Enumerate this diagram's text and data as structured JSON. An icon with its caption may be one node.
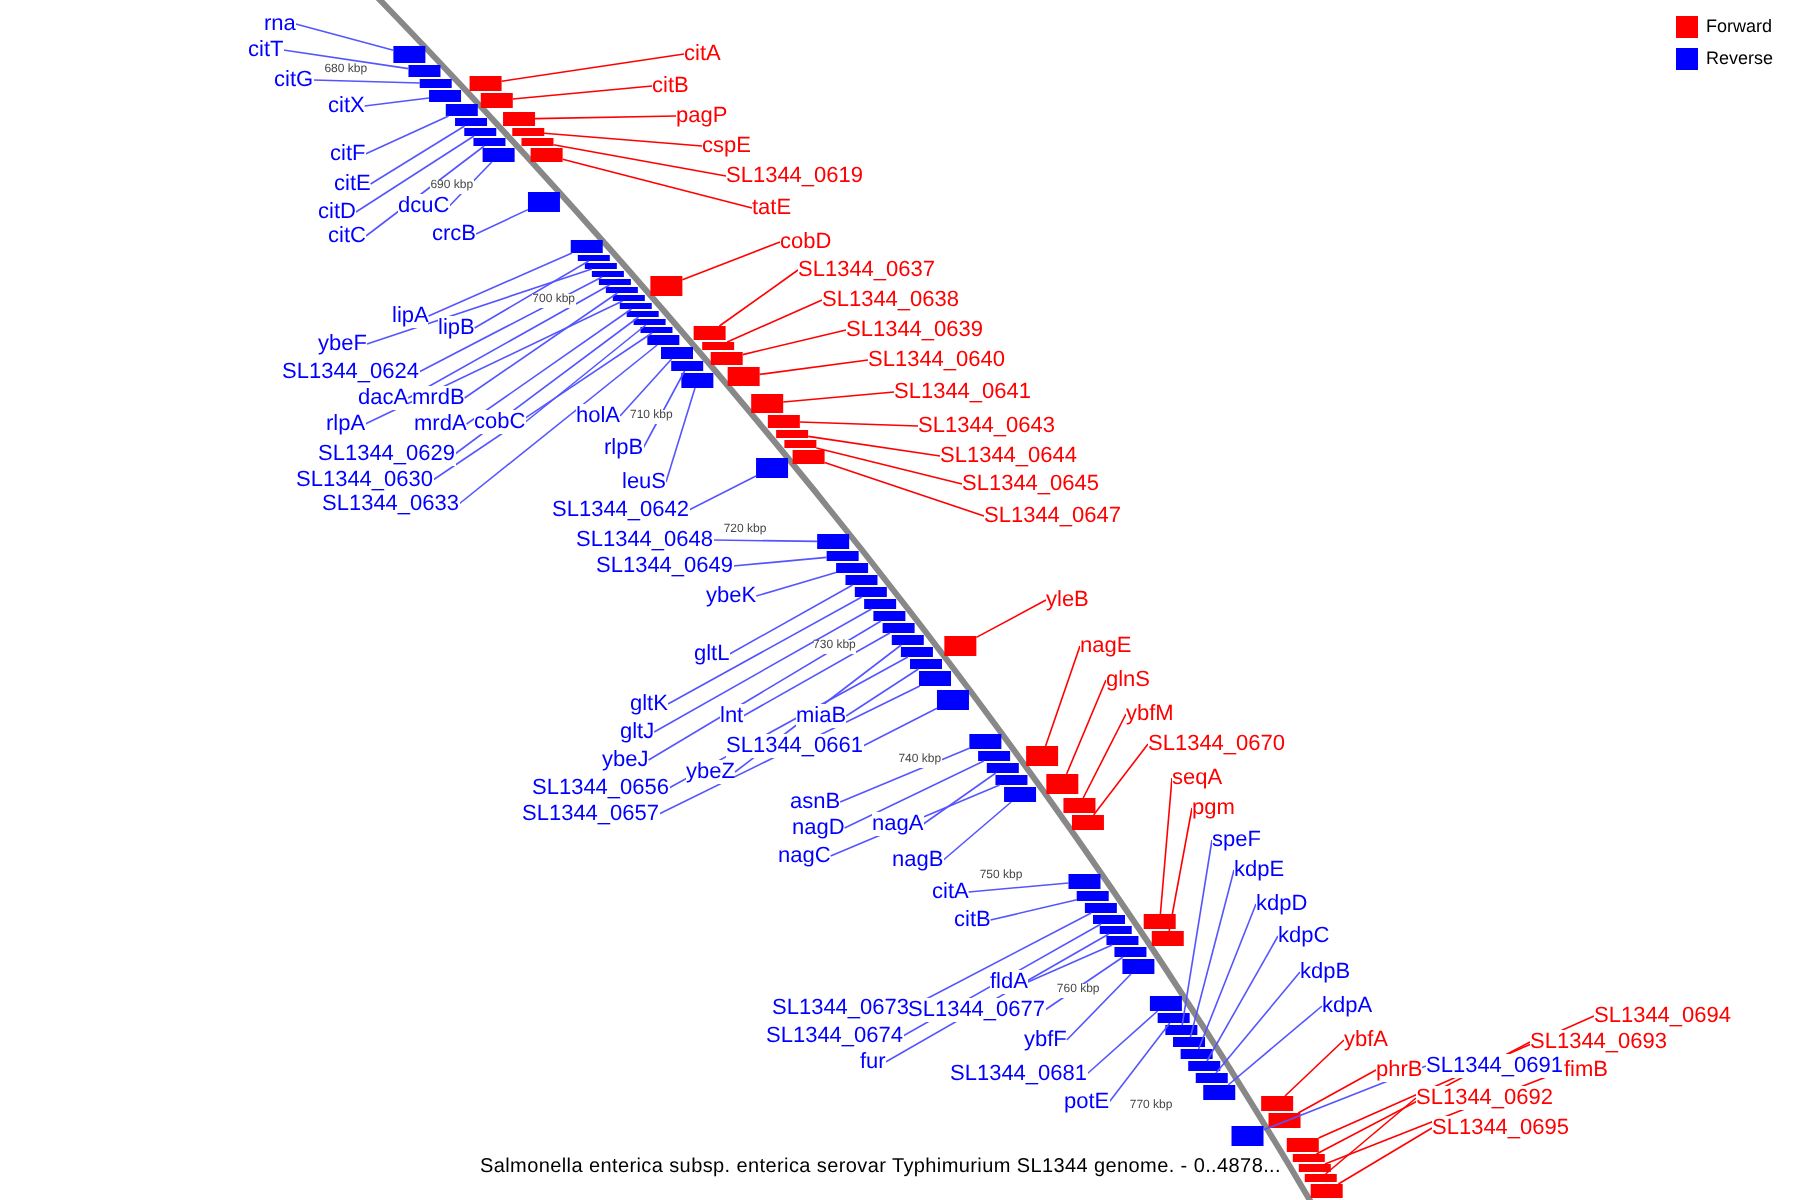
{
  "diagram": {
    "caption": "Salmonella enterica subsp. enterica serovar Typhimurium SL1344 genome. - 0..4878...",
    "nodes": [
      {
        "text": [
          "rna"
        ]
      },
      {
        "text": [
          "citT"
        ]
      },
      {
        "text": [
          "citG"
        ]
      },
      {
        "text": [
          "citX"
        ]
      },
      {
        "text": [
          "citF"
        ]
      },
      {
        "text": [
          "citE"
        ]
      },
      {
        "text": [
          "citD"
        ]
      },
      {
        "text": [
          "citC"
        ]
      },
      {
        "text": [
          "dcuC"
        ]
      },
      {
        "text": [
          "crcB"
        ]
      },
      {
        "text": [
          "lipA"
        ]
      },
      {
        "text": [
          "lipB"
        ]
      },
      {
        "text": [
          "ybeF"
        ]
      },
      {
        "text": [
          "SL1344_0624"
        ]
      },
      {
        "text": [
          "dacA"
        ]
      },
      {
        "text": [
          "mrdB"
        ]
      },
      {
        "text": [
          "rlpA"
        ]
      },
      {
        "text": [
          "mrdA"
        ]
      },
      {
        "text": [
          "cobC"
        ]
      },
      {
        "text": [
          "SL1344_0629"
        ]
      },
      {
        "text": [
          "SL1344_0630"
        ]
      },
      {
        "text": [
          "SL1344_0633"
        ]
      },
      {
        "text": [
          "holA"
        ]
      },
      {
        "text": [
          "rlpB"
        ]
      },
      {
        "text": [
          "leuS"
        ]
      },
      {
        "text": [
          "SL1344_0642"
        ]
      },
      {
        "text": [
          "SL1344_0648"
        ]
      },
      {
        "text": [
          "SL1344_0649"
        ]
      },
      {
        "text": [
          "ybeK"
        ]
      },
      {
        "text": [
          "gltL"
        ]
      },
      {
        "text": [
          "gltK"
        ]
      },
      {
        "text": [
          "gltJ"
        ]
      },
      {
        "text": [
          "lnt"
        ]
      },
      {
        "text": [
          "ybeJ"
        ]
      },
      {
        "text": [
          "miaB"
        ]
      },
      {
        "text": [
          "SL1344_0661"
        ]
      },
      {
        "text": [
          "ybeZ"
        ]
      },
      {
        "text": [
          "SL1344_0656"
        ]
      },
      {
        "text": [
          "SL1344_0657"
        ]
      },
      {
        "text": [
          "asnB"
        ]
      },
      {
        "text": [
          "nagD"
        ]
      },
      {
        "text": [
          "nagA"
        ]
      },
      {
        "text": [
          "nagC"
        ]
      },
      {
        "text": [
          "nagB"
        ]
      },
      {
        "text": [
          "citA"
        ]
      },
      {
        "text": [
          "citB"
        ]
      },
      {
        "text": [
          "fldA"
        ]
      },
      {
        "text": [
          "SL1344_0673"
        ]
      },
      {
        "text": [
          "SL1344_0677"
        ]
      },
      {
        "text": [
          "SL1344_0674"
        ]
      },
      {
        "text": [
          "fur"
        ]
      },
      {
        "text": [
          "ybfF"
        ]
      },
      {
        "text": [
          "SL1344_0681"
        ]
      },
      {
        "text": [
          "potE"
        ]
      },
      {
        "text": [
          "citA"
        ]
      },
      {
        "text": [
          "citB"
        ]
      },
      {
        "text": [
          "pagP"
        ]
      },
      {
        "text": [
          "cspE"
        ]
      },
      {
        "text": [
          "SL1344_0619"
        ]
      },
      {
        "text": [
          "tatE"
        ]
      },
      {
        "text": [
          "cobD"
        ]
      },
      {
        "text": [
          "SL1344_0637"
        ]
      },
      {
        "text": [
          "SL1344_0638"
        ]
      },
      {
        "text": [
          "SL1344_0639"
        ]
      },
      {
        "text": [
          "SL1344_0640"
        ]
      },
      {
        "text": [
          "SL1344_0641"
        ]
      },
      {
        "text": [
          "SL1344_0643"
        ]
      },
      {
        "text": [
          "SL1344_0644"
        ]
      },
      {
        "text": [
          "SL1344_0645"
        ]
      },
      {
        "text": [
          "SL1344_0647"
        ]
      },
      {
        "text": [
          "yleB"
        ]
      },
      {
        "text": [
          "nagE"
        ]
      },
      {
        "text": [
          "glnS"
        ]
      },
      {
        "text": [
          "ybfM"
        ]
      },
      {
        "text": [
          "SL1344_0670"
        ]
      },
      {
        "text": [
          "seqA"
        ]
      },
      {
        "text": [
          "pgm"
        ]
      },
      {
        "text": [
          "speF"
        ]
      },
      {
        "text": [
          "kdpE"
        ]
      },
      {
        "text": [
          "kdpD"
        ]
      },
      {
        "text": [
          "kdpC"
        ]
      },
      {
        "text": [
          "kdpB"
        ]
      },
      {
        "text": [
          "kdpA"
        ]
      },
      {
        "text": [
          "ybfA"
        ]
      },
      {
        "text": [
          "phrB"
        ]
      },
      {
        "text": [
          "SL1344_0691"
        ]
      },
      {
        "text": [
          "SL1344_0694"
        ]
      },
      {
        "text": [
          "SL1344_0693"
        ]
      },
      {
        "text": [
          "fimB"
        ]
      },
      {
        "text": [
          "SL1344_0692"
        ]
      },
      {
        "text": [
          "SL1344_0695"
        ]
      },
      {
        "text": [],
        "shape": "box"
      },
      {
        "text": [],
        "shape": "box"
      },
      {
        "text": [],
        "shape": "box"
      },
      {
        "text": [],
        "shape": "box"
      },
      {
        "text": [],
        "shape": "box"
      },
      {
        "text": [],
        "shape": "box"
      },
      {
        "text": [],
        "shape": "box"
      },
      {
        "text": [],
        "shape": "box"
      },
      {
        "text": [],
        "shape": "box"
      },
      {
        "text": [],
        "shape": "box"
      },
      {
        "text": [],
        "shape": "box"
      },
      {
        "text": [],
        "shape": "box"
      },
      {
        "text": [],
        "shape": "box"
      },
      {
        "text": [],
        "shape": "box"
      },
      {
        "text": [],
        "shape": "box"
      },
      {
        "text": [],
        "shape": "box"
      },
      {
        "text": [],
        "shape": "box"
      },
      {
        "text": [],
        "shape": "box"
      },
      {
        "text": [],
        "shape": "box"
      },
      {
        "text": [],
        "shape": "box"
      },
      {
        "text": [],
        "shape": "box"
      },
      {
        "text": [],
        "shape": "box"
      },
      {
        "text": [],
        "shape": "box"
      },
      {
        "text": [],
        "shape": "box"
      },
      {
        "text": [],
        "shape": "box"
      },
      {
        "text": [],
        "shape": "box"
      },
      {
        "text": [],
        "shape": "box"
      },
      {
        "text": [],
        "shape": "box"
      },
      {
        "text": [],
        "shape": "box"
      },
      {
        "text": [],
        "shape": "box"
      },
      {
        "text": [],
        "shape": "box"
      },
      {
        "text": [],
        "shape": "box"
      },
      {
        "text": [],
        "shape": "box"
      },
      {
        "text": [],
        "shape": "box"
      },
      {
        "text": [],
        "shape": "box"
      },
      {
        "text": [],
        "shape": "box"
      },
      {
        "text": [],
        "shape": "box"
      },
      {
        "text": [],
        "shape": "box"
      },
      {
        "text": [],
        "shape": "box"
      },
      {
        "text": [],
        "shape": "box"
      },
      {
        "text": [],
        "shape": "box"
      },
      {
        "text": [],
        "shape": "box"
      },
      {
        "text": [],
        "shape": "box"
      },
      {
        "text": [],
        "shape": "box"
      },
      {
        "text": [],
        "shape": "box"
      },
      {
        "text": [],
        "shape": "box"
      },
      {
        "text": [],
        "shape": "box"
      },
      {
        "text": [],
        "shape": "box"
      },
      {
        "text": [],
        "shape": "box"
      },
      {
        "text": [],
        "shape": "box"
      },
      {
        "text": [],
        "shape": "box"
      },
      {
        "text": [],
        "shape": "box"
      },
      {
        "text": [],
        "shape": "box"
      },
      {
        "text": [],
        "shape": "box"
      },
      {
        "text": [],
        "shape": "box"
      },
      {
        "text": [],
        "shape": "box"
      },
      {
        "text": [],
        "shape": "box"
      },
      {
        "text": [],
        "shape": "box"
      },
      {
        "text": [],
        "shape": "box"
      },
      {
        "text": [],
        "shape": "box"
      },
      {
        "text": [],
        "shape": "box"
      },
      {
        "text": [],
        "shape": "box"
      },
      {
        "text": [],
        "shape": "box"
      },
      {
        "text": [],
        "shape": "box"
      },
      {
        "text": [],
        "shape": "box"
      },
      {
        "text": [],
        "shape": "box"
      },
      {
        "text": [],
        "shape": "box"
      },
      {
        "text": [],
        "shape": "box"
      },
      {
        "text": [],
        "shape": "box"
      },
      {
        "text": [],
        "shape": "box"
      },
      {
        "text": [],
        "shape": "box"
      },
      {
        "text": [],
        "shape": "box"
      },
      {
        "text": [],
        "shape": "box"
      },
      {
        "text": [],
        "shape": "box"
      },
      {
        "text": [],
        "shape": "box"
      },
      {
        "text": [],
        "shape": "box"
      },
      {
        "text": [],
        "shape": "box"
      },
      {
        "text": [],
        "shape": "box"
      },
      {
        "text": [],
        "shape": "box"
      },
      {
        "text": [],
        "shape": "box"
      },
      {
        "text": [],
        "shape": "box"
      },
      {
        "text": [],
        "shape": "box"
      },
      {
        "text": [],
        "shape": "box"
      },
      {
        "text": [],
        "shape": "box"
      },
      {
        "text": [],
        "shape": "box"
      },
      {
        "text": [],
        "shape": "box"
      },
      {
        "text": [],
        "shape": "box"
      },
      {
        "text": [],
        "shape": "box"
      },
      {
        "text": [],
        "shape": "box"
      },
      {
        "text": [],
        "shape": "box"
      },
      {
        "text": [],
        "shape": "box"
      }
    ],
    "edges": [
      {
        "from": 0,
        "to": 91,
        "arrow": "none"
      },
      {
        "from": 1,
        "to": 92,
        "arrow": "none"
      },
      {
        "from": 2,
        "to": 93,
        "arrow": "none"
      },
      {
        "from": 3,
        "to": 94,
        "arrow": "none"
      },
      {
        "from": 4,
        "to": 95,
        "arrow": "none"
      },
      {
        "from": 5,
        "to": 96,
        "arrow": "none"
      },
      {
        "from": 6,
        "to": 97,
        "arrow": "none"
      },
      {
        "from": 7,
        "to": 98,
        "arrow": "none"
      },
      {
        "from": 8,
        "to": 99,
        "arrow": "none"
      },
      {
        "from": 9,
        "to": 100,
        "arrow": "none"
      },
      {
        "from": 10,
        "to": 101,
        "arrow": "none"
      },
      {
        "from": 11,
        "to": 102,
        "arrow": "none"
      },
      {
        "from": 12,
        "to": 103,
        "arrow": "none"
      },
      {
        "from": 13,
        "to": 104,
        "arrow": "none"
      },
      {
        "from": 14,
        "to": 105,
        "arrow": "none"
      },
      {
        "from": 15,
        "to": 106,
        "arrow": "none"
      },
      {
        "from": 16,
        "to": 107,
        "arrow": "none"
      },
      {
        "from": 17,
        "to": 108,
        "arrow": "none"
      },
      {
        "from": 18,
        "to": 109,
        "arrow": "none"
      },
      {
        "from": 19,
        "to": 110,
        "arrow": "none"
      },
      {
        "from": 20,
        "to": 111,
        "arrow": "none"
      },
      {
        "from": 21,
        "to": 112,
        "arrow": "none"
      },
      {
        "from": 22,
        "to": 113,
        "arrow": "none"
      },
      {
        "from": 23,
        "to": 114,
        "arrow": "none"
      },
      {
        "from": 24,
        "to": 115,
        "arrow": "none"
      },
      {
        "from": 25,
        "to": 116,
        "arrow": "none"
      },
      {
        "from": 26,
        "to": 117,
        "arrow": "none"
      },
      {
        "from": 27,
        "to": 118,
        "arrow": "none"
      },
      {
        "from": 28,
        "to": 119,
        "arrow": "none"
      },
      {
        "from": 29,
        "to": 120,
        "arrow": "none"
      },
      {
        "from": 30,
        "to": 121,
        "arrow": "none"
      },
      {
        "from": 31,
        "to": 122,
        "arrow": "none"
      },
      {
        "from": 32,
        "to": 123,
        "arrow": "none"
      },
      {
        "from": 33,
        "to": 124,
        "arrow": "none"
      },
      {
        "from": 34,
        "to": 125,
        "arrow": "none"
      },
      {
        "from": 35,
        "to": 126,
        "arrow": "none"
      },
      {
        "from": 36,
        "to": 127,
        "arrow": "none"
      },
      {
        "from": 37,
        "to": 128,
        "arrow": "none"
      },
      {
        "from": 38,
        "to": 129,
        "arrow": "none"
      },
      {
        "from": 39,
        "to": 130,
        "arrow": "none"
      },
      {
        "from": 40,
        "to": 131,
        "arrow": "none"
      },
      {
        "from": 41,
        "to": 132,
        "arrow": "none"
      },
      {
        "from": 42,
        "to": 133,
        "arrow": "none"
      },
      {
        "from": 43,
        "to": 134,
        "arrow": "none"
      },
      {
        "from": 44,
        "to": 135,
        "arrow": "none"
      },
      {
        "from": 45,
        "to": 136,
        "arrow": "none"
      },
      {
        "from": 46,
        "to": 137,
        "arrow": "none"
      },
      {
        "from": 47,
        "to": 138,
        "arrow": "none"
      },
      {
        "from": 48,
        "to": 139,
        "arrow": "none"
      },
      {
        "from": 49,
        "to": 140,
        "arrow": "none"
      },
      {
        "from": 50,
        "to": 141,
        "arrow": "none"
      },
      {
        "from": 51,
        "to": 142,
        "arrow": "none"
      },
      {
        "from": 52,
        "to": 143,
        "arrow": "none"
      },
      {
        "from": 53,
        "to": 144,
        "arrow": "none"
      },
      {
        "from": 54,
        "to": 145,
        "arrow": "none",
        "color": "#ff0000"
      },
      {
        "from": 55,
        "to": 146,
        "arrow": "none",
        "color": "#ff0000"
      },
      {
        "from": 56,
        "to": 147,
        "arrow": "none",
        "color": "#ff0000"
      },
      {
        "from": 57,
        "to": 148,
        "arrow": "none",
        "color": "#ff0000"
      },
      {
        "from": 58,
        "to": 149,
        "arrow": "none",
        "color": "#ff0000"
      },
      {
        "from": 59,
        "to": 150,
        "arrow": "none",
        "color": "#ff0000"
      },
      {
        "from": 60,
        "to": 151,
        "arrow": "none",
        "color": "#ff0000"
      },
      {
        "from": 61,
        "to": 152,
        "arrow": "none",
        "color": "#ff0000"
      },
      {
        "from": 62,
        "to": 153,
        "arrow": "none",
        "color": "#ff0000"
      },
      {
        "from": 63,
        "to": 154,
        "arrow": "none",
        "color": "#ff0000"
      },
      {
        "from": 64,
        "to": 155,
        "arrow": "none",
        "color": "#ff0000"
      },
      {
        "from": 65,
        "to": 156,
        "arrow": "none",
        "color": "#ff0000"
      },
      {
        "from": 66,
        "to": 157,
        "arrow": "none",
        "color": "#ff0000"
      },
      {
        "from": 67,
        "to": 158,
        "arrow": "none",
        "color": "#ff0000"
      },
      {
        "from": 68,
        "to": 159,
        "arrow": "none",
        "color": "#ff0000"
      },
      {
        "from": 69,
        "to": 160,
        "arrow": "none",
        "color": "#ff0000"
      },
      {
        "from": 70,
        "to": 161,
        "arrow": "none",
        "color": "#ff0000"
      },
      {
        "from": 71,
        "to": 162,
        "arrow": "none",
        "color": "#ff0000"
      },
      {
        "from": 72,
        "to": 163,
        "arrow": "none",
        "color": "#ff0000"
      },
      {
        "from": 73,
        "to": 164,
        "arrow": "none",
        "color": "#ff0000"
      },
      {
        "from": 74,
        "to": 165,
        "arrow": "none",
        "color": "#ff0000"
      },
      {
        "from": 75,
        "to": 166,
        "arrow": "none",
        "color": "#ff0000"
      },
      {
        "from": 76,
        "to": 167,
        "arrow": "none",
        "color": "#ff0000"
      },
      {
        "from": 77,
        "to": 168,
        "arrow": "none"
      },
      {
        "from": 78,
        "to": 169,
        "arrow": "none"
      },
      {
        "from": 79,
        "to": 170,
        "arrow": "none"
      },
      {
        "from": 80,
        "to": 171,
        "arrow": "none"
      },
      {
        "from": 81,
        "to": 172,
        "arrow": "none"
      },
      {
        "from": 82,
        "to": 173,
        "arrow": "none"
      },
      {
        "from": 83,
        "to": 174,
        "arrow": "none",
        "color": "#ff0000"
      },
      {
        "from": 84,
        "to": 175,
        "arrow": "none",
        "color": "#ff0000"
      },
      {
        "from": 85,
        "to": 176,
        "arrow": "none"
      },
      {
        "from": 86,
        "to": 177,
        "arrow": "none",
        "color": "#ff0000"
      },
      {
        "from": 87,
        "to": 178,
        "arrow": "none",
        "color": "#ff0000"
      },
      {
        "from": 88,
        "to": 179,
        "arrow": "none",
        "color": "#ff0000"
      },
      {
        "from": 89,
        "to": 180,
        "arrow": "none",
        "color": "#ff0000"
      },
      {
        "from": 90,
        "to": 181,
        "arrow": "none",
        "color": "#ff0000"
      }
    ],
    "labels": [
      "680 kbp",
      "690 kbp",
      "700 kbp",
      "710 kbp",
      "720 kbp",
      "730 kbp",
      "740 kbp",
      "750 kbp",
      "760 kbp",
      "770 kbp"
    ],
    "legend": [
      {
        "text": "Forward",
        "color": "#ff0000"
      },
      {
        "text": "Reverse",
        "color": "#0000ff"
      }
    ]
  }
}
